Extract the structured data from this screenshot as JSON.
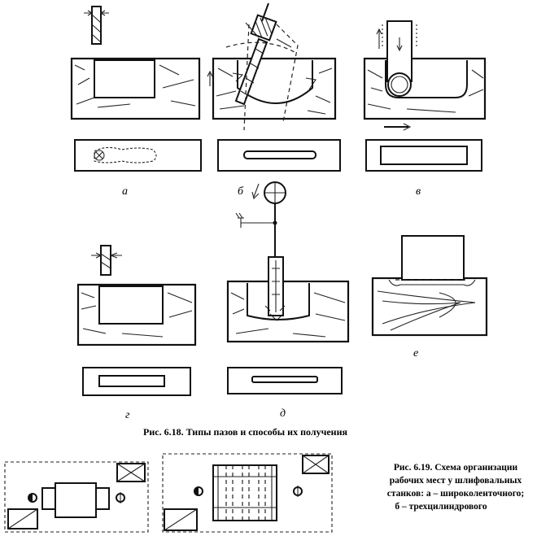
{
  "figure_6_18": {
    "caption": "Рис. 6.18. Типы пазов и способы их получения",
    "labels": {
      "a": "а",
      "b": "б",
      "v": "в",
      "g": "г",
      "d": "д",
      "e": "е"
    }
  },
  "figure_6_19": {
    "caption_lines": [
      "Рис. 6.19. Схема организации",
      "рабочих мест у шлифовальных",
      "станков: а – широколенточного;",
      "б – трехцилиндрового"
    ]
  }
}
